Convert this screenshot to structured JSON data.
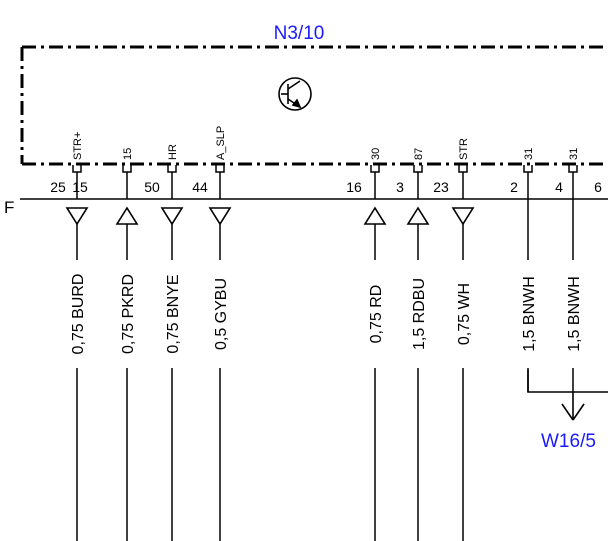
{
  "component": {
    "id": "N3/10",
    "row_label": "F",
    "color": "#1a1aff"
  },
  "pins": [
    {
      "num": "25",
      "name": "STR+",
      "dir": "down",
      "wire": "0,75 BURD"
    },
    {
      "num": "15",
      "name": "15",
      "dir": "up",
      "wire": "0,75 PKRD"
    },
    {
      "num": "50",
      "name": "HR",
      "dir": "down",
      "wire": "0,75 BNYE"
    },
    {
      "num": "44",
      "name": "A_SLP",
      "dir": "down",
      "wire": "0,5 GYBU"
    },
    {
      "num": "16",
      "name": "30",
      "dir": "up",
      "wire": "0,75 RD"
    },
    {
      "num": "3",
      "name": "87",
      "dir": "up",
      "wire": "1,5 RDBU"
    },
    {
      "num": "23",
      "name": "STR",
      "dir": "down",
      "wire": "0,75 WH"
    },
    {
      "num": "2",
      "name": "31",
      "dir": "none",
      "wire": "1,5 BNWH"
    },
    {
      "num": "4",
      "name": "31",
      "dir": "none",
      "wire": "1,5 BNWH"
    },
    {
      "num": "6",
      "name": "",
      "dir": "none",
      "wire": ""
    }
  ],
  "splice": {
    "id": "W16/5"
  },
  "icons": {
    "transistor": "transistor-icon"
  }
}
